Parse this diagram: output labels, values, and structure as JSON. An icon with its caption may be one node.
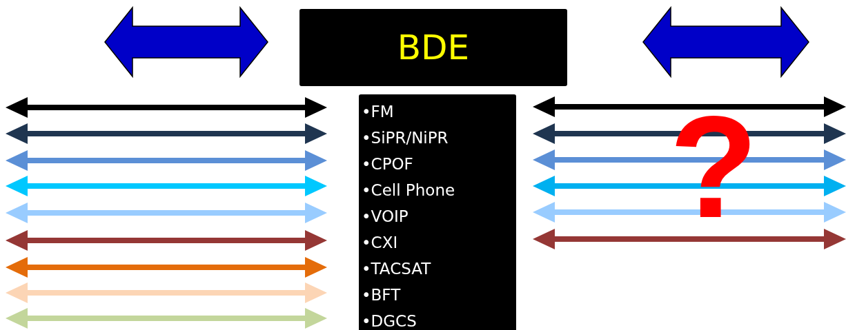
{
  "diagram": {
    "nodes": [
      {
        "text": [
          "BDE"
        ]
      },
      {
        "text": [
          "•FM",
          "•SiPR/NiPR",
          "•CPOF",
          "•Cell Phone",
          "•VOIP",
          "•CXI",
          "•TACSAT",
          "•BFT",
          "•DGCS"
        ]
      }
    ],
    "labels": [
      "?"
    ]
  }
}
